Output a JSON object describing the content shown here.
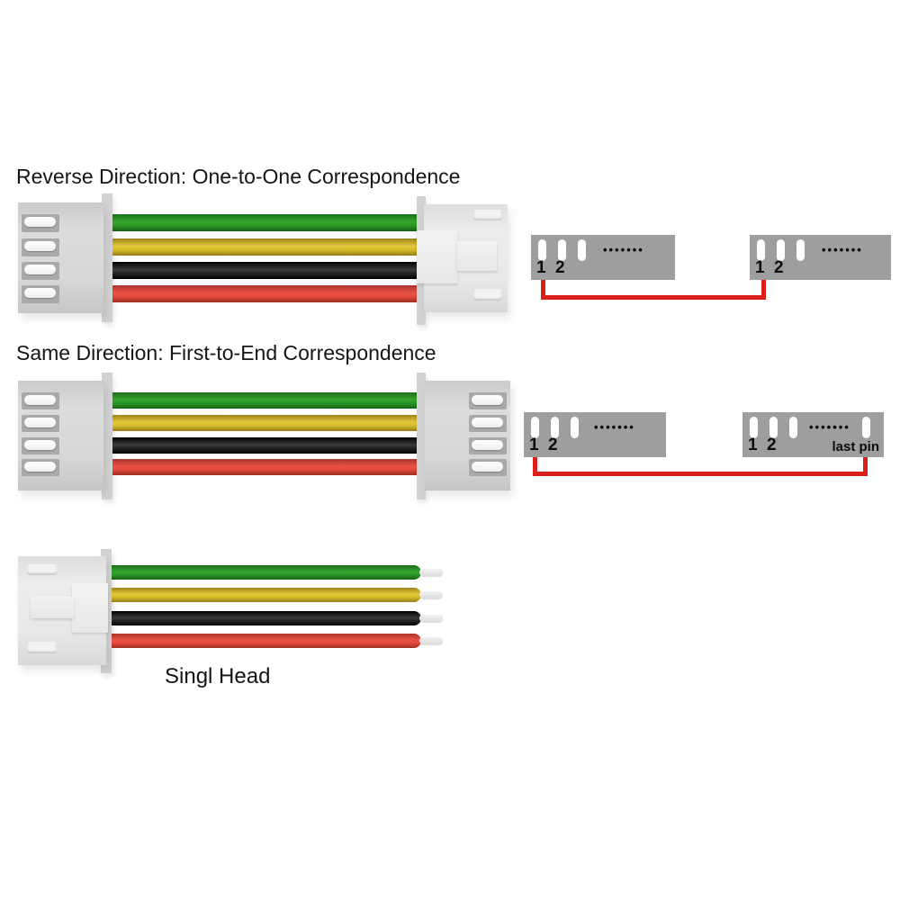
{
  "sections": {
    "reverse": {
      "title": "Reverse Direction: One-to-One Correspondence",
      "blocks": {
        "left": {
          "pin1": "1",
          "pin2": "2",
          "dots": "•••••••"
        },
        "right": {
          "pin1": "1",
          "pin2": "2",
          "dots": "•••••••"
        }
      }
    },
    "same": {
      "title": "Same Direction: First-to-End Correspondence",
      "blocks": {
        "left": {
          "pin1": "1",
          "pin2": "2",
          "dots": "•••••••"
        },
        "right": {
          "pin1": "1",
          "pin2": "2",
          "dots": "•••••••",
          "last_pin": "last pin"
        }
      }
    },
    "single": {
      "caption": "Singl Head"
    }
  },
  "wires": {
    "order_top_to_bottom": [
      "green",
      "yellow",
      "black",
      "red"
    ]
  },
  "colors": {
    "wire_green": "#2d9826",
    "wire_yellow": "#d9bd2b",
    "wire_black": "#262626",
    "wire_red": "#e3483c",
    "connector_gray": "#d7d7d7",
    "schematic_block_gray": "#9e9e9e",
    "jumper_red": "#db1f1a",
    "background": "#ffffff"
  }
}
